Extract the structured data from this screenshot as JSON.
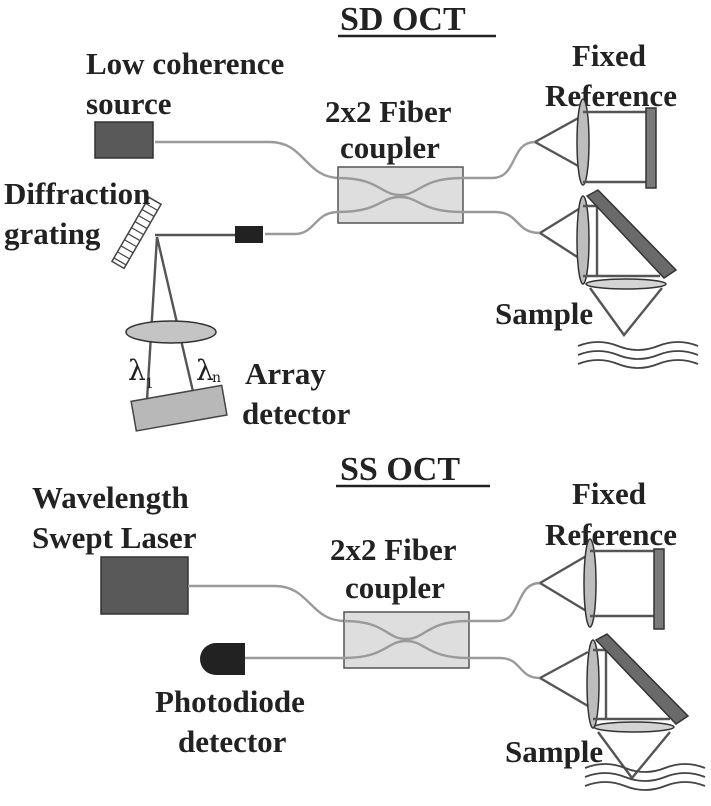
{
  "sd": {
    "title": "SD OCT",
    "source_label_1": "Low coherence",
    "source_label_2": "source",
    "coupler_label_1": "2x2 Fiber",
    "coupler_label_2": "coupler",
    "ref_label_1": "Fixed",
    "ref_label_2": "Reference",
    "grating_label_1": "Diffraction",
    "grating_label_2": "grating",
    "sample_label": "Sample",
    "lambda_1": "λ",
    "lambda_1_sub": "1",
    "lambda_n": "λ",
    "lambda_n_sub": "n",
    "detector_label_1": "Array",
    "detector_label_2": "detector"
  },
  "ss": {
    "title": "SS OCT",
    "laser_label_1": "Wavelength",
    "laser_label_2": "Swept Laser",
    "coupler_label_1": "2x2 Fiber",
    "coupler_label_2": "coupler",
    "ref_label_1": "Fixed",
    "ref_label_2": "Reference",
    "photodiode_label_1": "Photodiode",
    "photodiode_label_2": "detector",
    "sample_label": "Sample"
  },
  "colors": {
    "source_fill": "#595959",
    "coupler_fill": "#dedede",
    "detector_fill": "#b8b8b8",
    "photodiode_fill": "#222222",
    "fiber": "#9a9a9a"
  }
}
